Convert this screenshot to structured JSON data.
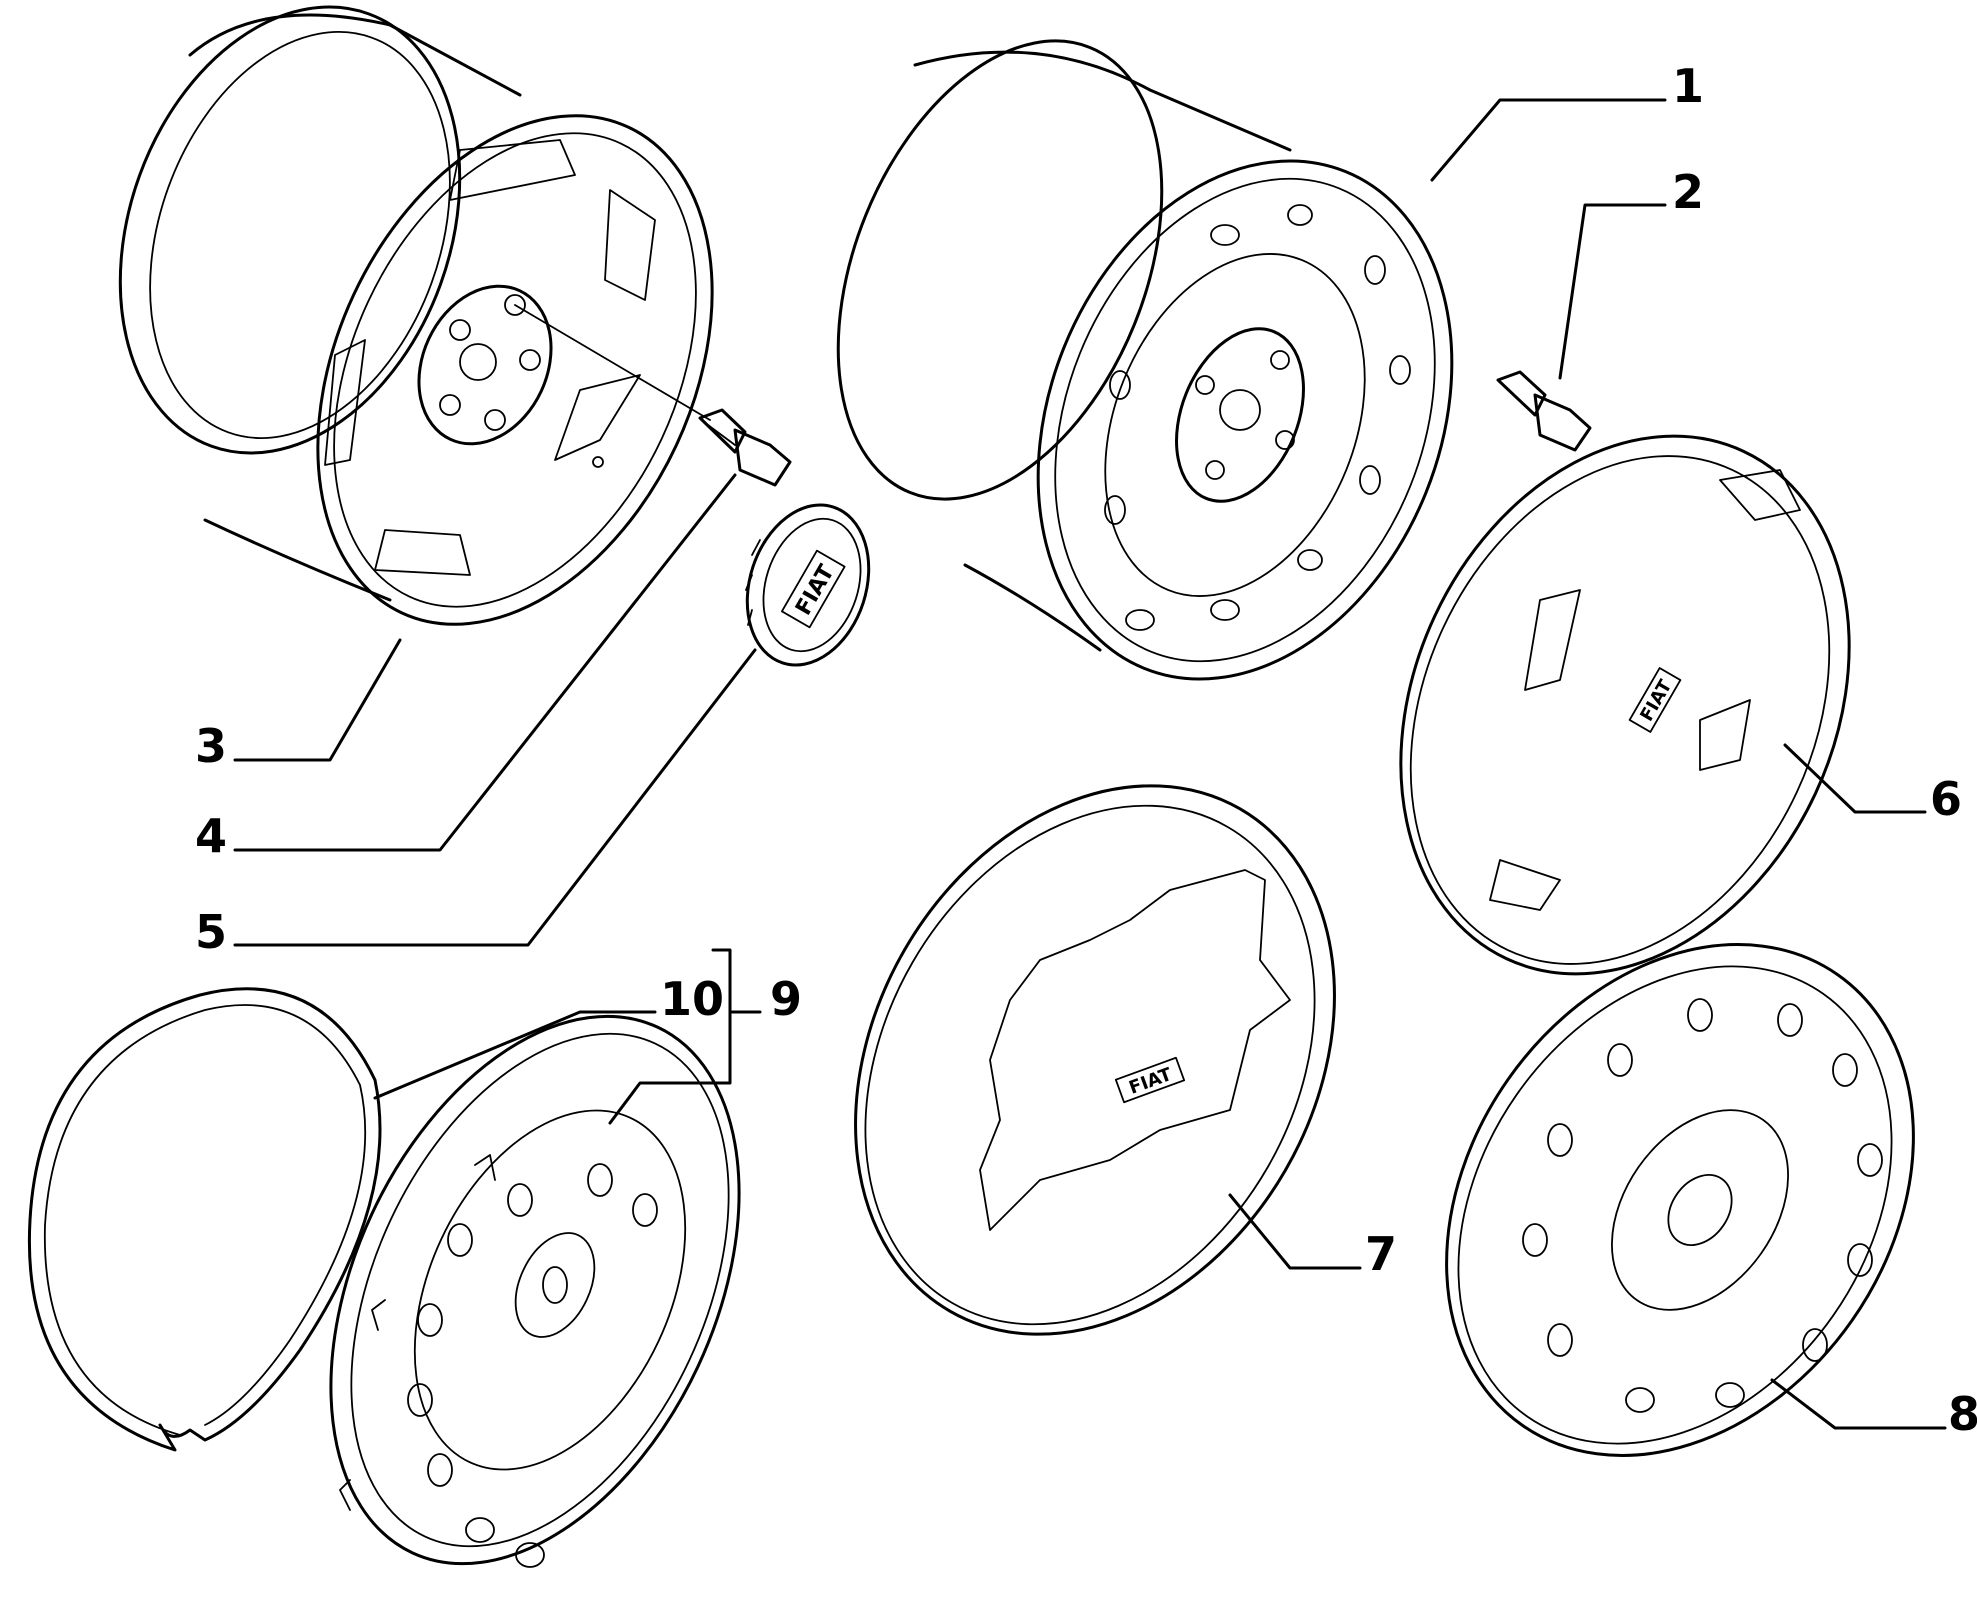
{
  "diagram": {
    "callouts": [
      {
        "id": "1",
        "label": "1"
      },
      {
        "id": "2",
        "label": "2"
      },
      {
        "id": "3",
        "label": "3"
      },
      {
        "id": "4",
        "label": "4"
      },
      {
        "id": "5",
        "label": "5"
      },
      {
        "id": "6",
        "label": "6"
      },
      {
        "id": "7",
        "label": "7"
      },
      {
        "id": "8",
        "label": "8"
      },
      {
        "id": "9",
        "label": "9"
      },
      {
        "id": "10",
        "label": "10"
      }
    ],
    "brand_marking": "FIAT",
    "colors": {
      "line": "#000000",
      "background": "#ffffff"
    }
  }
}
